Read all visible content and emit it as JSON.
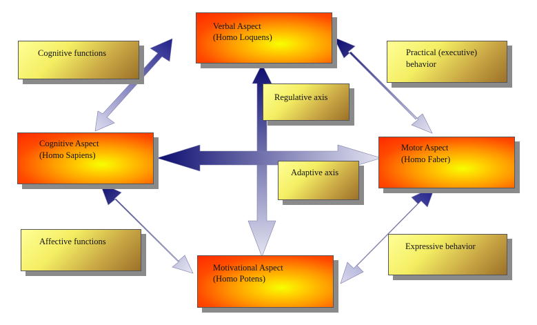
{
  "aspects": {
    "verbal": {
      "name": "Verbal Aspect",
      "sub": "(Homo Loquens)"
    },
    "cognitive": {
      "name": "Cognitive Aspect",
      "sub": "(Homo Sapiens)"
    },
    "motor": {
      "name": "Motor Aspect",
      "sub": "(Homo Faber)"
    },
    "motivational": {
      "name": "Motivational Aspect",
      "sub": "(Homo Potens)"
    }
  },
  "labels": {
    "cognitive_functions": "Cognitive functions",
    "practical_line1": "Practical (executive)",
    "practical_line2": "behavior",
    "regulative_axis": "Regulative axis",
    "adaptive_axis": "Adaptive axis",
    "affective_functions": "Affective functions",
    "expressive_behavior": "Expressive behavior"
  },
  "colors": {
    "arrow_dark": "#0d0d70",
    "arrow_light": "#e4e4f2",
    "aspect_center": "#f6ff00",
    "aspect_edge": "#ff2a00",
    "label_light": "#ffff96",
    "label_dark": "#9c7128"
  }
}
